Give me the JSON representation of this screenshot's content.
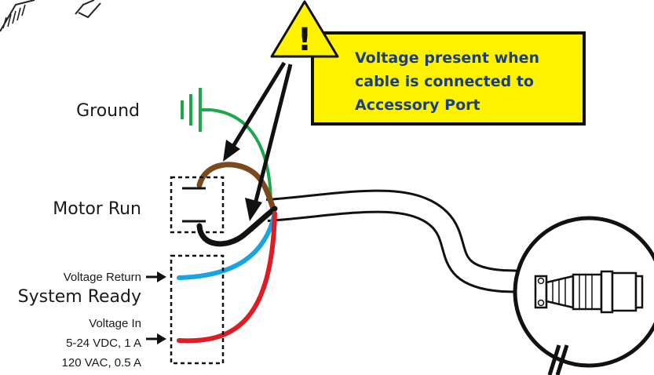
{
  "labels": {
    "ground": "Ground",
    "motor_run": "Motor Run",
    "voltage_return": "Voltage Return",
    "system_ready": "System Ready",
    "voltage_in": "Voltage In",
    "vdc_rating": "5-24 VDC, 1 A",
    "vac_rating": "120 VAC, 0.5 A"
  },
  "warning": {
    "symbol": "!",
    "line1": "Voltage present when",
    "line2": "cable is connected to",
    "line3": "Accessory Port"
  },
  "icons": {
    "warning": "warning-triangle-icon",
    "ground": "ground-symbol-icon",
    "connector": "circular-connector-icon"
  },
  "colors": {
    "warning_fill": "#fff200",
    "warning_text": "#1a3f7a",
    "ground_wire": "#1aa84a",
    "motor_wire_brown": "#7a4a1e",
    "motor_wire_black": "#111111",
    "return_wire_blue": "#1aa3e0",
    "voltage_in_wire_red": "#e01b24"
  }
}
